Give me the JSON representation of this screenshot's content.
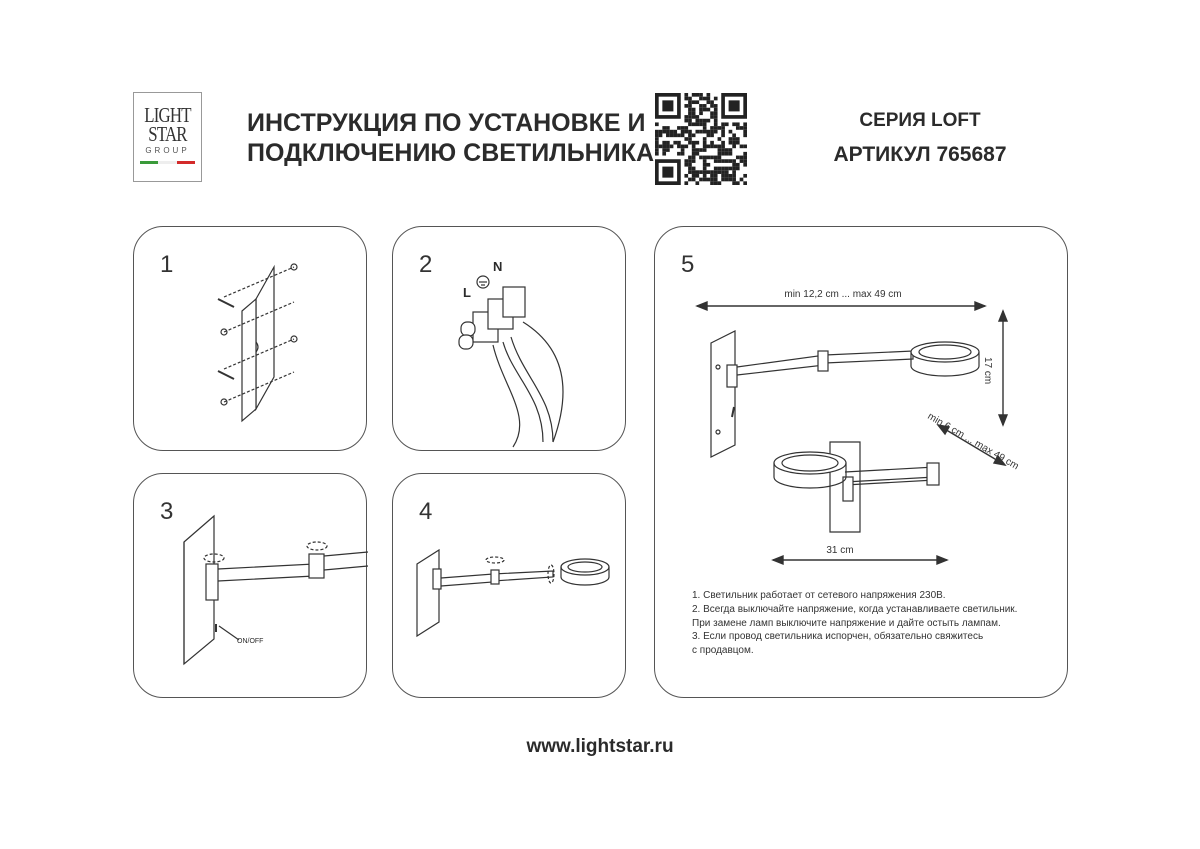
{
  "logo": {
    "line1": "LIGHT",
    "line2": "STAR",
    "line3": "GROUP",
    "flag_colors": [
      "#3a9a3a",
      "#ffffff",
      "#d32a2a"
    ]
  },
  "header": {
    "title_line1": "ИНСТРУКЦИЯ ПО УСТАНОВКЕ И",
    "title_line2": "ПОДКЛЮЧЕНИЮ СВЕТИЛЬНИКА",
    "series": "СЕРИЯ LOFT",
    "article": "АРТИКУЛ 765687"
  },
  "panels": [
    {
      "number": "1"
    },
    {
      "number": "2",
      "labels": {
        "neutral": "N",
        "live": "L"
      }
    },
    {
      "number": "3",
      "switch_label": "ON/OFF"
    },
    {
      "number": "4"
    },
    {
      "number": "5",
      "dims": {
        "width": "min 12,2 cm ... max 49 cm",
        "height": "17 cm",
        "depth": "min 6 cm ... max 49 cm",
        "base": "31 cm"
      }
    }
  ],
  "notes": [
    "1. Светильник работает от сетевого напряжения 230В.",
    "2. Всегда выключайте напряжение, когда устанавливаете светильник.",
    "При замене ламп выключите напряжение и дайте остыть лампам.",
    "3. Если провод светильника испорчен, обязательно свяжитесь",
    "с продавцом."
  ],
  "footer": {
    "url": "www.lightstar.ru"
  }
}
